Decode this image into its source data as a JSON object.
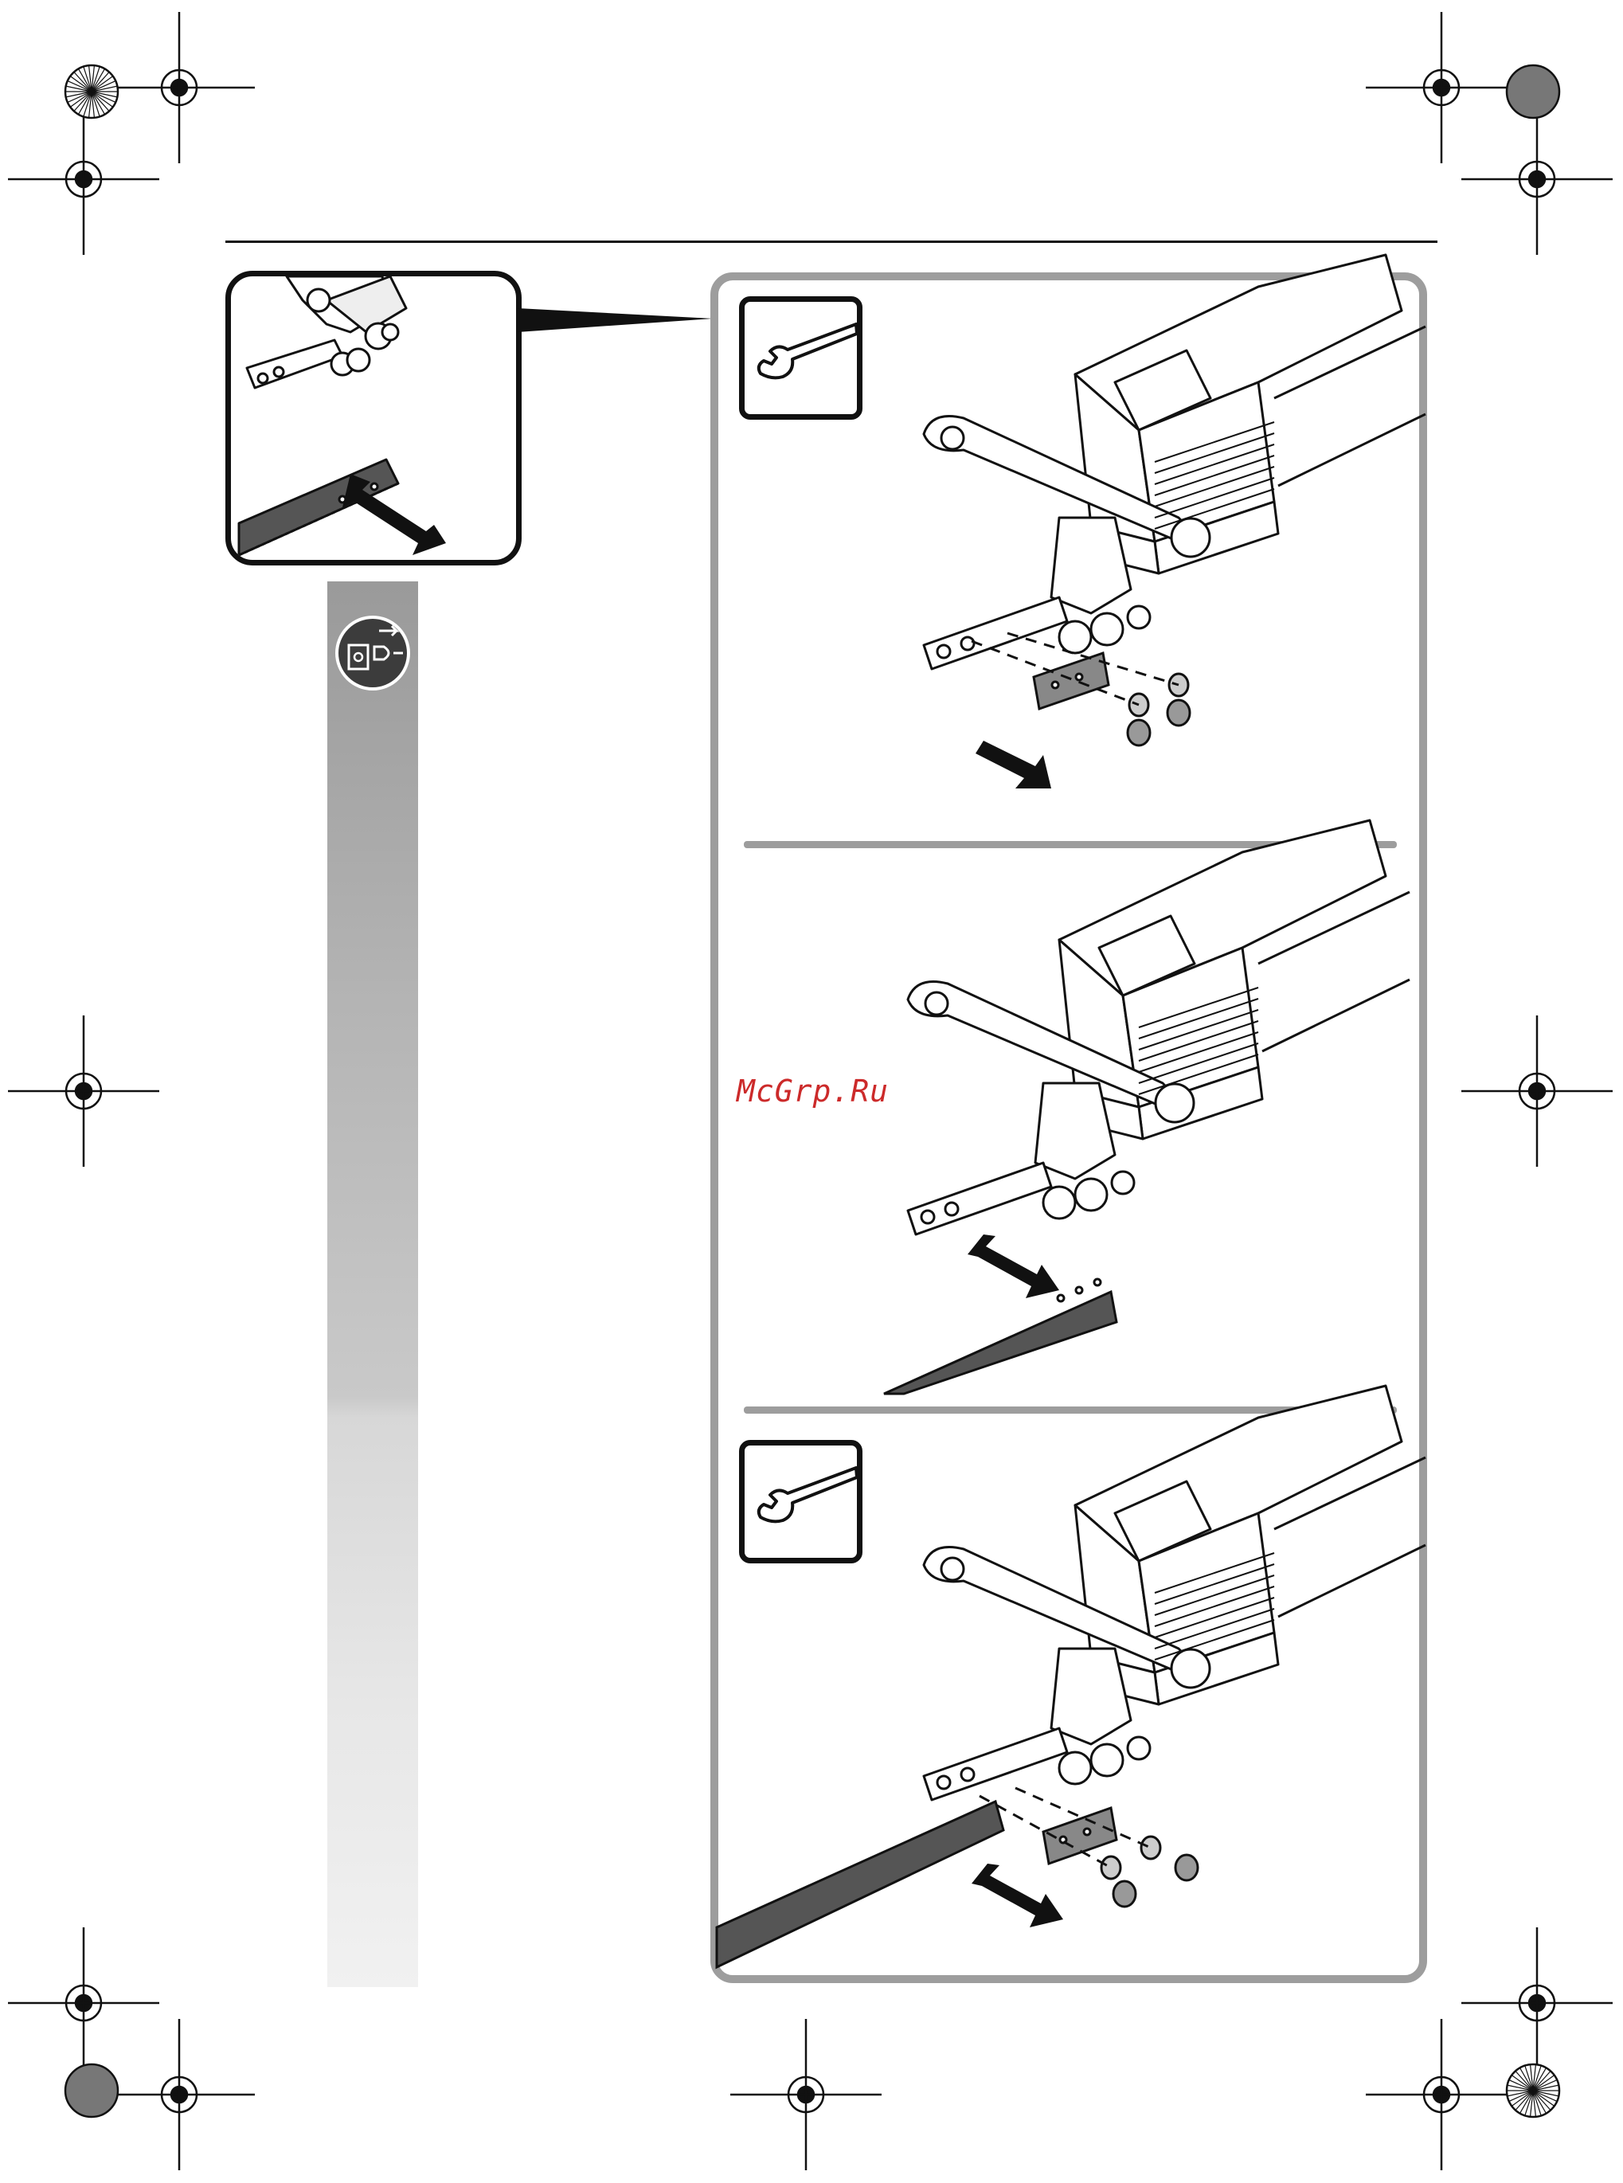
{
  "watermark": {
    "text": "McGrp.Ru",
    "color": "#cc2a2a"
  },
  "icons": {
    "disconnect": "unplug-mains-icon",
    "wrench": "wrench-icon"
  },
  "panels": [
    {
      "step": "remove-clamp",
      "tool": "wrench-icon",
      "arrow": "out"
    },
    {
      "step": "insert-blade",
      "tool": null,
      "arrow": "in"
    },
    {
      "step": "fit-clamp",
      "tool": "wrench-icon",
      "arrow": "in"
    }
  ],
  "colors": {
    "frame": "#9d9d9d",
    "ink": "#111111",
    "strip_top": "#9a9a9a",
    "strip_bottom": "#f1f1f1"
  }
}
